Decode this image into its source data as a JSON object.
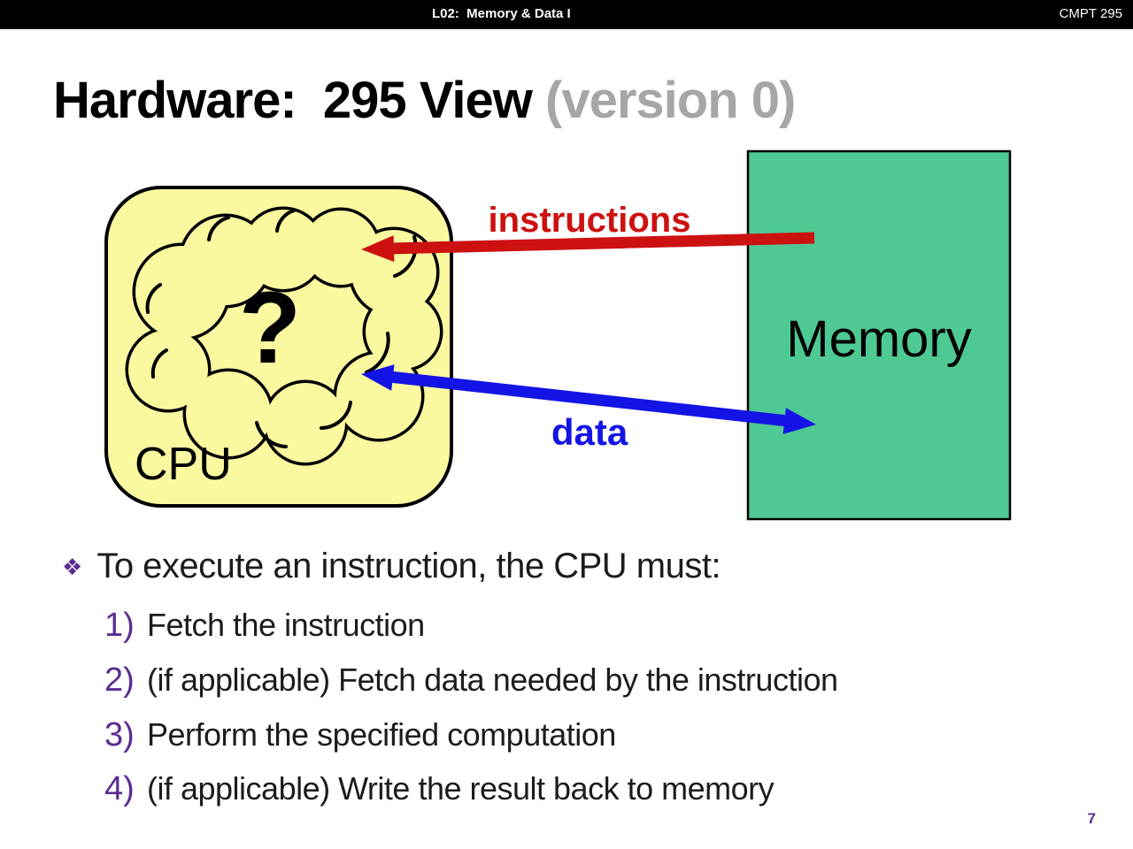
{
  "top_bar": {
    "lecture": "L02:  Memory & Data I",
    "course": "CMPT 295"
  },
  "title": {
    "main": "Hardware:  295 View",
    "suffix": " (version 0)"
  },
  "diagram": {
    "cpu_label": "CPU",
    "cpu_question": "?",
    "memory_label": "Memory",
    "instructions_label": "instructions",
    "data_label": "data",
    "colors": {
      "cpu_fill": "#faf9a0",
      "memory_fill": "#4fc993",
      "outline": "#000000",
      "instructions_red": "#cc1111",
      "data_blue": "#1414e6"
    }
  },
  "bullet": {
    "marker": "❖",
    "text": "To execute an instruction, the CPU must:"
  },
  "steps": [
    {
      "num": "1)",
      "text": "Fetch the instruction"
    },
    {
      "num": "2)",
      "text": "(if applicable) Fetch data needed by the instruction"
    },
    {
      "num": "3)",
      "text": "Perform the specified computation"
    },
    {
      "num": "4)",
      "text": "(if applicable) Write the result back to memory"
    }
  ],
  "page_number": "7"
}
